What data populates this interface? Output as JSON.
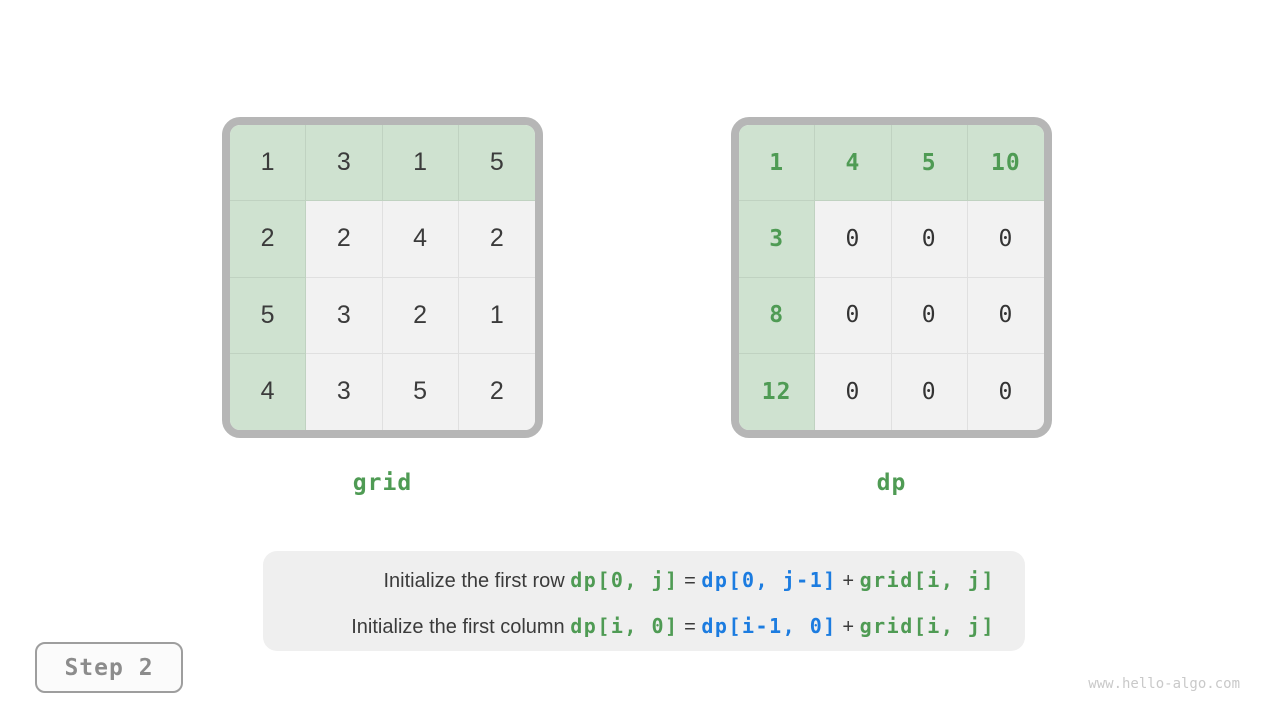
{
  "colors": {
    "accent_green": "#4f9b54",
    "accent_blue": "#1c7ce0",
    "cell_green_bg": "#cfe2d0",
    "cell_gray_bg": "#f2f2f2",
    "table_border_gray": "#b6b6b6"
  },
  "grid_table": {
    "label": "grid",
    "rows": [
      [
        "1",
        "3",
        "1",
        "5"
      ],
      [
        "2",
        "2",
        "4",
        "2"
      ],
      [
        "5",
        "3",
        "2",
        "1"
      ],
      [
        "4",
        "3",
        "5",
        "2"
      ]
    ]
  },
  "dp_table": {
    "label": "dp",
    "rows": [
      [
        "1",
        "4",
        "5",
        "10"
      ],
      [
        "3",
        "0",
        "0",
        "0"
      ],
      [
        "8",
        "0",
        "0",
        "0"
      ],
      [
        "12",
        "0",
        "0",
        "0"
      ]
    ]
  },
  "caption": {
    "line1": {
      "prefix": "Initialize the first row ",
      "code1": "dp[0, j]",
      "eq": " = ",
      "code2": "dp[0, j-1]",
      "plus": " + ",
      "code3": "grid[i, j]"
    },
    "line2": {
      "prefix": "Initialize the first column ",
      "code1": "dp[i, 0]",
      "eq": " = ",
      "code2": "dp[i-1, 0]",
      "plus": " + ",
      "code3": "grid[i, j]"
    }
  },
  "step_badge": {
    "label": "Step 2"
  },
  "watermark": {
    "text": "www.hello-algo.com"
  }
}
